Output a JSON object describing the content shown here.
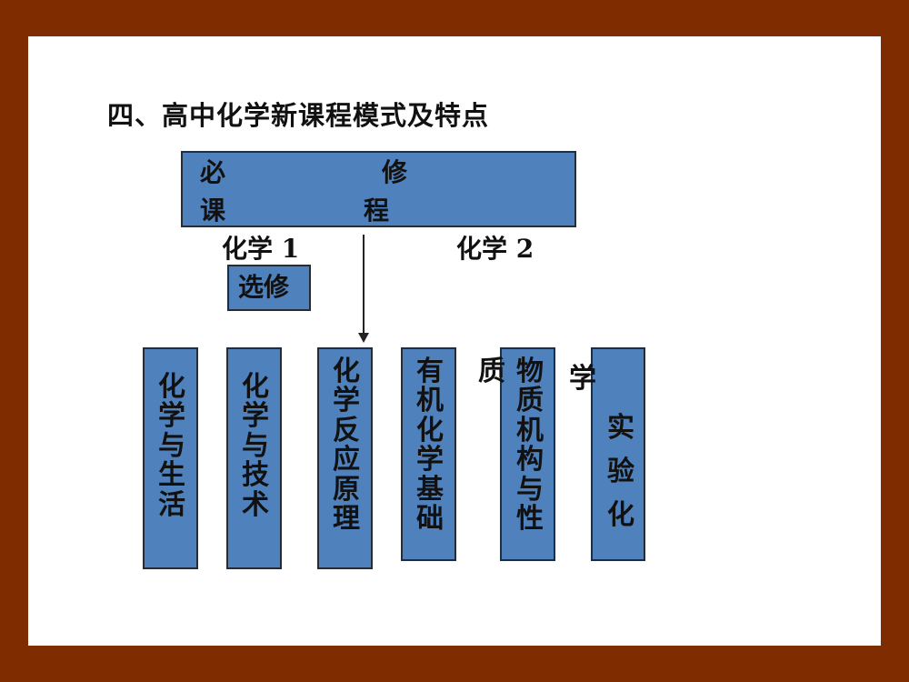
{
  "slide": {
    "title": "四、高中化学新课程模式及特点",
    "required_box": {
      "line1_left": "必",
      "line1_right": "修",
      "line2_left": "课",
      "line2_right": "程"
    },
    "required_courses": [
      "化学 1",
      "化学 2"
    ],
    "elective_label": "选修",
    "elective_courses": [
      {
        "label": "化学与生活"
      },
      {
        "label": "化学与技术"
      },
      {
        "label": "化学反应原理"
      },
      {
        "label": "有机化学基础"
      },
      {
        "label": "物质机构与性",
        "overflow_char": "质"
      },
      {
        "label": "实验化",
        "overflow_char": "学"
      }
    ],
    "colors": {
      "frame": "#7f2d00",
      "box_fill": "#4f81bd",
      "box_border": "#1f2d3d"
    }
  }
}
